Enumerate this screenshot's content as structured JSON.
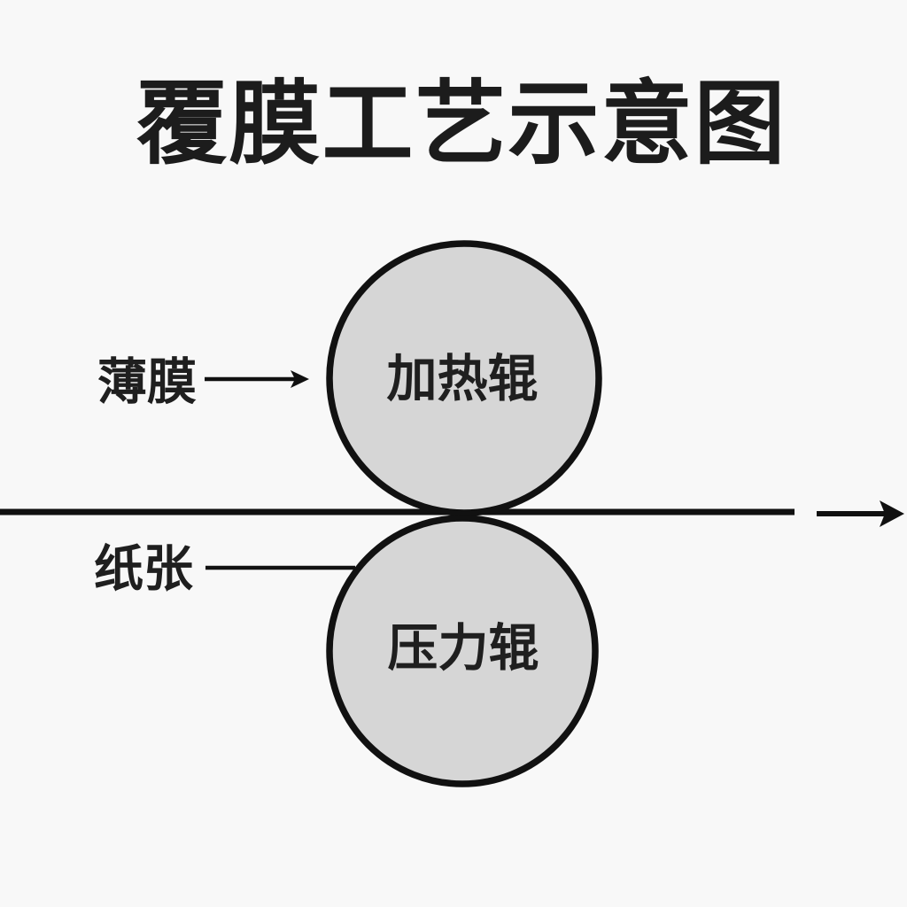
{
  "title": "覆膜工艺示意图",
  "rollers": {
    "heating": "加热辊",
    "pressure": "压力辊"
  },
  "labels": {
    "film": "薄膜",
    "paper": "纸张"
  },
  "colors": {
    "background": "#f8f8f8",
    "roller_fill": "#d6d6d6",
    "stroke": "#111111",
    "title_text": "#1c1c1c",
    "label_text": "#1f1f1f"
  }
}
